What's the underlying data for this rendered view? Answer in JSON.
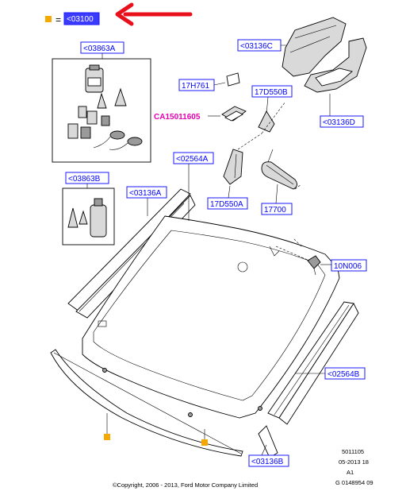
{
  "legend": {
    "marker_color": "#f5a800",
    "equals": "=",
    "code": "<03100"
  },
  "labels": {
    "l03863a": "<03863A",
    "l03863b": "<03863B",
    "l03136c": "<03136C",
    "l03136d": "<03136D",
    "l03136a": "<03136A",
    "l02564a": "<02564A",
    "l02564b": "<02564B",
    "l03136b": "<03136B",
    "l17h761": "17H761",
    "l17d550b": "17D550B",
    "l17d550a": "17D550A",
    "l17700": "17700",
    "l10n006": "10N006"
  },
  "callout_pink": "CA15011605",
  "footer": {
    "line1": "5011105",
    "line2": "05-2013 18",
    "line3": "A1",
    "line4": "G 0148954 09",
    "copyright": "©Copyright, 2006 - 2013, Ford Motor Company Limited"
  },
  "colors": {
    "label_blue": "#0000ff",
    "arrow_red": "#e8101a",
    "pink": "#e600b3",
    "marker": "#f5a800"
  },
  "icons": [
    "red-arrow-icon",
    "orange-square-marker-icon"
  ]
}
